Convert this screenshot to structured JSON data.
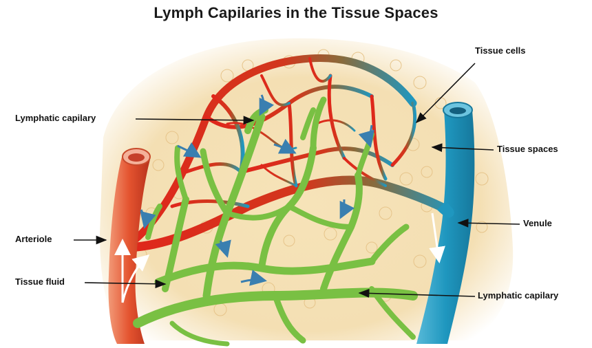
{
  "title": "Lymph Capilaries in the Tissue Spaces",
  "labels": {
    "lymphatic_capillary_left": "Lymphatic capilary",
    "arteriole": "Arteriole",
    "tissue_fluid": "Tissue fluid",
    "tissue_cells": "Tissue cells",
    "tissue_spaces": "Tissue spaces",
    "venule": "Venule",
    "lymphatic_capillary_bottom": "Lymphatic capilary"
  },
  "colors": {
    "artery": "#e0261b",
    "vein": "#1f97bf",
    "lymph": "#79c043",
    "tissue": "#f3dcae",
    "cells": "#e8c68c"
  }
}
